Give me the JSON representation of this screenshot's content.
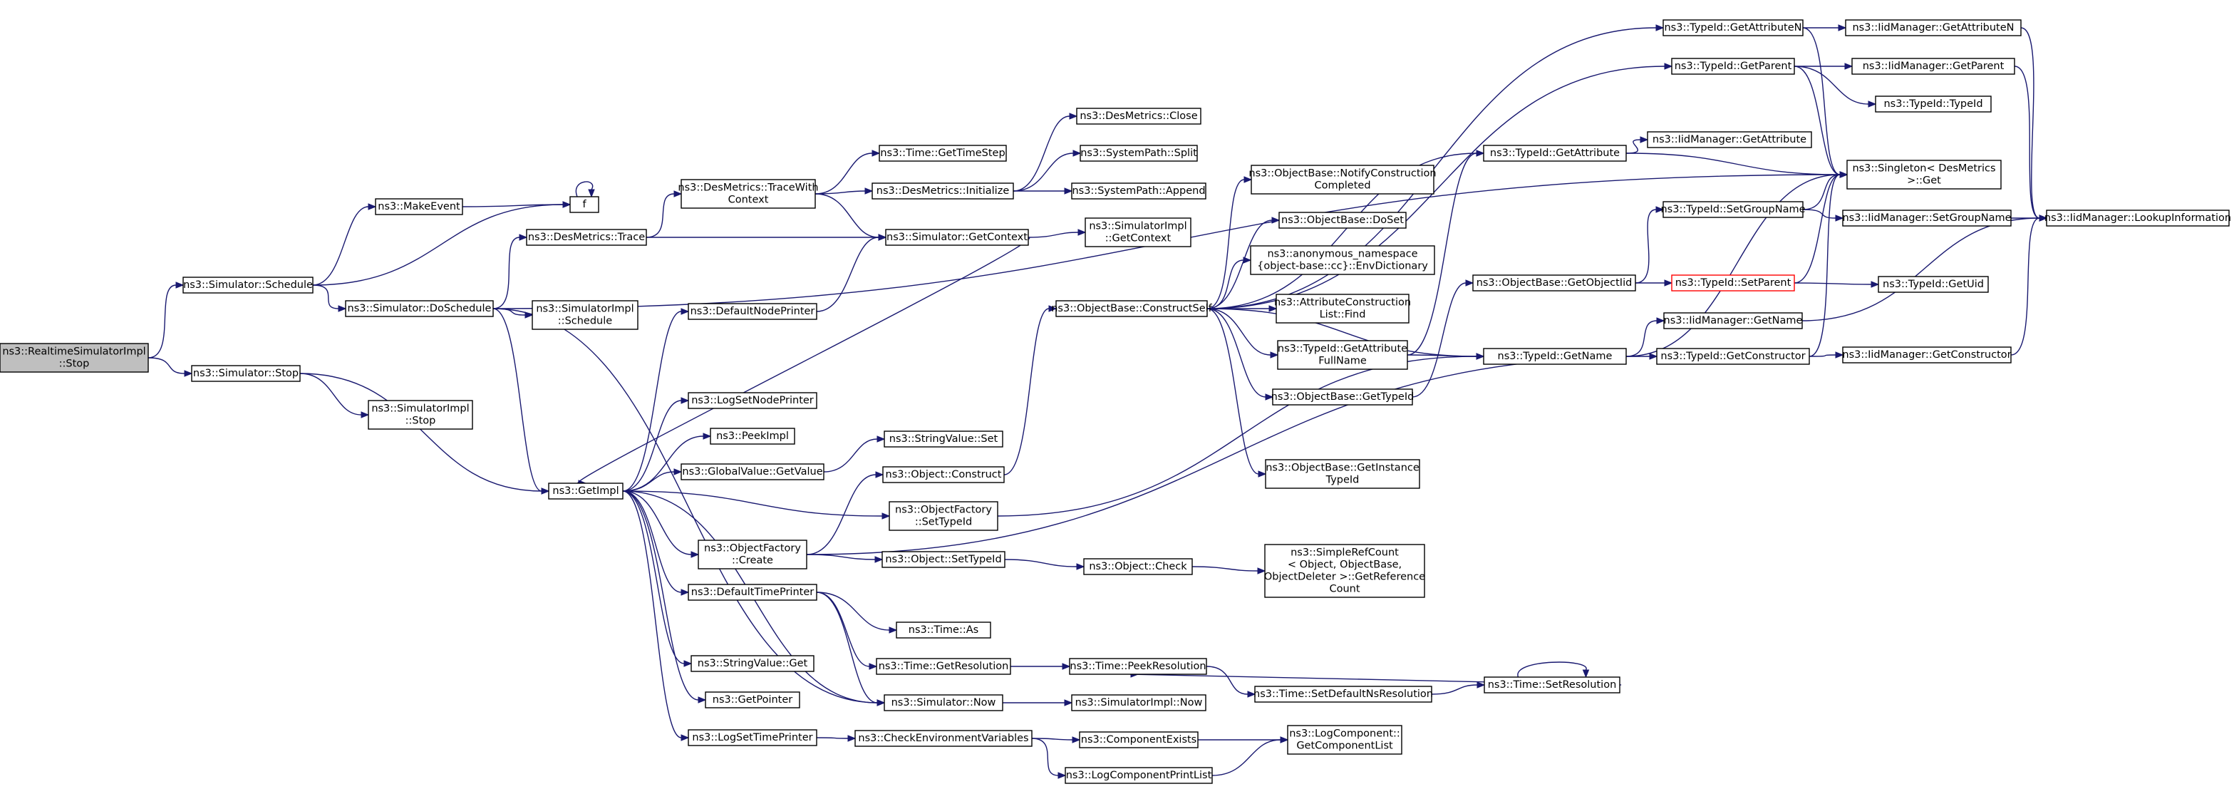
{
  "graph": {
    "nodes": [
      {
        "id": "root",
        "label": [
          "ns3::RealtimeSimulatorImpl",
          "::Stop"
        ],
        "style": "root"
      },
      {
        "id": "schedule",
        "label": [
          "ns3::Simulator::Schedule"
        ]
      },
      {
        "id": "sim_stop",
        "label": [
          "ns3::Simulator::Stop"
        ]
      },
      {
        "id": "makeevent",
        "label": [
          "ns3::MakeEvent"
        ]
      },
      {
        "id": "f",
        "label": [
          "f"
        ]
      },
      {
        "id": "doschedule",
        "label": [
          "ns3::Simulator::DoSchedule"
        ]
      },
      {
        "id": "simimpl_stop",
        "label": [
          "ns3::SimulatorImpl",
          "::Stop"
        ]
      },
      {
        "id": "desmetrics_trace",
        "label": [
          "ns3::DesMetrics::Trace"
        ]
      },
      {
        "id": "simimpl_schedule",
        "label": [
          "ns3::SimulatorImpl",
          "::Schedule"
        ]
      },
      {
        "id": "getimpl",
        "label": [
          "ns3::GetImpl"
        ]
      },
      {
        "id": "tracewithcontext",
        "label": [
          "ns3::DesMetrics::TraceWith",
          "Context"
        ]
      },
      {
        "id": "gettimestep",
        "label": [
          "ns3::Time::GetTimeStep"
        ]
      },
      {
        "id": "desmetrics_init",
        "label": [
          "ns3::DesMetrics::Initialize"
        ]
      },
      {
        "id": "desmetrics_close",
        "label": [
          "ns3::DesMetrics::Close"
        ]
      },
      {
        "id": "syspath_split",
        "label": [
          "ns3::SystemPath::Split"
        ]
      },
      {
        "id": "syspath_append",
        "label": [
          "ns3::SystemPath::Append"
        ]
      },
      {
        "id": "sim_getcontext",
        "label": [
          "ns3::Simulator::GetContext"
        ]
      },
      {
        "id": "simimpl_getcontext",
        "label": [
          "ns3::SimulatorImpl",
          "::GetContext"
        ]
      },
      {
        "id": "defaultnodeprinter",
        "label": [
          "ns3::DefaultNodePrinter"
        ]
      },
      {
        "id": "logsetnodeprinter",
        "label": [
          "ns3::LogSetNodePrinter"
        ]
      },
      {
        "id": "peekimpl",
        "label": [
          "ns3::PeekImpl"
        ]
      },
      {
        "id": "gv_getvalue",
        "label": [
          "ns3::GlobalValue::GetValue"
        ]
      },
      {
        "id": "stringvalue_set",
        "label": [
          "ns3::StringValue::Set"
        ]
      },
      {
        "id": "object_construct",
        "label": [
          "ns3::Object::Construct"
        ]
      },
      {
        "id": "of_settypeid",
        "label": [
          "ns3::ObjectFactory",
          "::SetTypeId"
        ]
      },
      {
        "id": "of_create",
        "label": [
          "ns3::ObjectFactory",
          "::Create"
        ]
      },
      {
        "id": "object_settypeid",
        "label": [
          "ns3::Object::SetTypeId"
        ]
      },
      {
        "id": "object_check",
        "label": [
          "ns3::Object::Check"
        ]
      },
      {
        "id": "getrefcount",
        "label": [
          "ns3::SimpleRefCount",
          "< Object, ObjectBase,",
          "ObjectDeleter >::GetReference",
          "Count"
        ]
      },
      {
        "id": "defaulttimeprinter",
        "label": [
          "ns3::DefaultTimePrinter"
        ]
      },
      {
        "id": "time_as",
        "label": [
          "ns3::Time::As"
        ]
      },
      {
        "id": "time_getresolution",
        "label": [
          "ns3::Time::GetResolution"
        ]
      },
      {
        "id": "time_peekresolution",
        "label": [
          "ns3::Time::PeekResolution"
        ]
      },
      {
        "id": "time_setdefaultns",
        "label": [
          "ns3::Time::SetDefaultNsResolution"
        ]
      },
      {
        "id": "time_setresolution",
        "label": [
          "ns3::Time::SetResolution"
        ]
      },
      {
        "id": "stringvalue_get",
        "label": [
          "ns3::StringValue::Get"
        ]
      },
      {
        "id": "getpointer",
        "label": [
          "ns3::GetPointer"
        ]
      },
      {
        "id": "sim_now",
        "label": [
          "ns3::Simulator::Now"
        ]
      },
      {
        "id": "simimpl_now",
        "label": [
          "ns3::SimulatorImpl::Now"
        ]
      },
      {
        "id": "logsettimeprinter",
        "label": [
          "ns3::LogSetTimePrinter"
        ]
      },
      {
        "id": "checkenv",
        "label": [
          "ns3::CheckEnvironmentVariables"
        ]
      },
      {
        "id": "componentexists",
        "label": [
          "ns3::ComponentExists"
        ]
      },
      {
        "id": "logcompprintlist",
        "label": [
          "ns3::LogComponentPrintList"
        ]
      },
      {
        "id": "getcomponentlist",
        "label": [
          "ns3::LogComponent::",
          "GetComponentList"
        ]
      },
      {
        "id": "constructself",
        "label": [
          "ns3::ObjectBase::ConstructSelf"
        ]
      },
      {
        "id": "notifyconstruction",
        "label": [
          "ns3::ObjectBase::NotifyConstruction",
          "Completed"
        ]
      },
      {
        "id": "doset",
        "label": [
          "ns3::ObjectBase::DoSet"
        ]
      },
      {
        "id": "envdictionary",
        "label": [
          "ns3::anonymous_namespace",
          "{object-base::cc}::EnvDictionary"
        ]
      },
      {
        "id": "attrlist_find",
        "label": [
          "ns3::AttributeConstruction",
          "List::Find"
        ]
      },
      {
        "id": "getattrfullname",
        "label": [
          "ns3::TypeId::GetAttribute",
          "FullName"
        ]
      },
      {
        "id": "ob_gettypeid",
        "label": [
          "ns3::ObjectBase::GetTypeId"
        ]
      },
      {
        "id": "getinstancetypeid",
        "label": [
          "ns3::ObjectBase::GetInstance",
          "TypeId"
        ]
      },
      {
        "id": "typeid_getattributen",
        "label": [
          "ns3::TypeId::GetAttributeN"
        ]
      },
      {
        "id": "typeid_getparent",
        "label": [
          "ns3::TypeId::GetParent"
        ]
      },
      {
        "id": "typeid_getattribute",
        "label": [
          "ns3::TypeId::GetAttribute"
        ]
      },
      {
        "id": "typeid_setgroupname",
        "label": [
          "ns3::TypeId::SetGroupName"
        ]
      },
      {
        "id": "getobjectiid",
        "label": [
          "ns3::ObjectBase::GetObjectIid"
        ]
      },
      {
        "id": "typeid_setparent",
        "label": [
          "ns3::TypeId::SetParent"
        ],
        "style": "red"
      },
      {
        "id": "typeid_getname",
        "label": [
          "ns3::TypeId::GetName"
        ]
      },
      {
        "id": "typeid_getconstructor",
        "label": [
          "ns3::TypeId::GetConstructor"
        ]
      },
      {
        "id": "iid_getattributen",
        "label": [
          "ns3::IidManager::GetAttributeN"
        ]
      },
      {
        "id": "iid_getparent",
        "label": [
          "ns3::IidManager::GetParent"
        ]
      },
      {
        "id": "typeid_typeid",
        "label": [
          "ns3::TypeId::TypeId"
        ]
      },
      {
        "id": "iid_getattribute",
        "label": [
          "ns3::IidManager::GetAttribute"
        ]
      },
      {
        "id": "singleton_get",
        "label": [
          "ns3::Singleton< DesMetrics",
          ">::Get"
        ]
      },
      {
        "id": "iid_setgroupname",
        "label": [
          "ns3::IidManager::SetGroupName"
        ]
      },
      {
        "id": "typeid_getuid",
        "label": [
          "ns3::TypeId::GetUid"
        ]
      },
      {
        "id": "iid_getname",
        "label": [
          "ns3::IidManager::GetName"
        ]
      },
      {
        "id": "iid_getconstructor",
        "label": [
          "ns3::IidManager::GetConstructor"
        ]
      },
      {
        "id": "iid_lookupinfo",
        "label": [
          "ns3::IidManager::LookupInformation"
        ]
      }
    ],
    "edges": [
      [
        "root",
        "schedule"
      ],
      [
        "root",
        "sim_stop"
      ],
      [
        "schedule",
        "makeevent"
      ],
      [
        "schedule",
        "f"
      ],
      [
        "schedule",
        "doschedule"
      ],
      [
        "makeevent",
        "f"
      ],
      [
        "f",
        "f"
      ],
      [
        "sim_stop",
        "simimpl_stop"
      ],
      [
        "sim_stop",
        "getimpl"
      ],
      [
        "doschedule",
        "desmetrics_trace"
      ],
      [
        "doschedule",
        "simimpl_schedule"
      ],
      [
        "doschedule",
        "getimpl"
      ],
      [
        "doschedule",
        "singleton_get"
      ],
      [
        "doschedule",
        "sim_now"
      ],
      [
        "desmetrics_trace",
        "tracewithcontext"
      ],
      [
        "desmetrics_trace",
        "sim_getcontext"
      ],
      [
        "tracewithcontext",
        "gettimestep"
      ],
      [
        "tracewithcontext",
        "desmetrics_init"
      ],
      [
        "tracewithcontext",
        "sim_getcontext"
      ],
      [
        "desmetrics_init",
        "desmetrics_close"
      ],
      [
        "desmetrics_init",
        "syspath_split"
      ],
      [
        "desmetrics_init",
        "syspath_append"
      ],
      [
        "sim_getcontext",
        "simimpl_getcontext"
      ],
      [
        "sim_getcontext",
        "getimpl"
      ],
      [
        "defaultnodeprinter",
        "sim_getcontext"
      ],
      [
        "getimpl",
        "defaultnodeprinter"
      ],
      [
        "getimpl",
        "logsetnodeprinter"
      ],
      [
        "getimpl",
        "peekimpl"
      ],
      [
        "getimpl",
        "gv_getvalue"
      ],
      [
        "getimpl",
        "of_settypeid"
      ],
      [
        "getimpl",
        "of_create"
      ],
      [
        "getimpl",
        "defaulttimeprinter"
      ],
      [
        "getimpl",
        "stringvalue_get"
      ],
      [
        "getimpl",
        "getpointer"
      ],
      [
        "getimpl",
        "logsettimeprinter"
      ],
      [
        "getimpl",
        "sim_now"
      ],
      [
        "gv_getvalue",
        "stringvalue_set"
      ],
      [
        "of_create",
        "object_construct"
      ],
      [
        "of_create",
        "object_settypeid"
      ],
      [
        "of_create",
        "typeid_getconstructor"
      ],
      [
        "object_construct",
        "constructself"
      ],
      [
        "of_settypeid",
        "typeid_getname"
      ],
      [
        "object_settypeid",
        "object_check"
      ],
      [
        "object_check",
        "getrefcount"
      ],
      [
        "defaulttimeprinter",
        "time_as"
      ],
      [
        "defaulttimeprinter",
        "time_getresolution"
      ],
      [
        "defaulttimeprinter",
        "sim_now"
      ],
      [
        "time_getresolution",
        "time_peekresolution"
      ],
      [
        "time_peekresolution",
        "time_setdefaultns"
      ],
      [
        "time_setdefaultns",
        "time_setresolution"
      ],
      [
        "time_setresolution",
        "time_peekresolution"
      ],
      [
        "time_setresolution",
        "time_setresolution"
      ],
      [
        "sim_now",
        "simimpl_now"
      ],
      [
        "logsettimeprinter",
        "checkenv"
      ],
      [
        "checkenv",
        "componentexists"
      ],
      [
        "checkenv",
        "logcompprintlist"
      ],
      [
        "componentexists",
        "getcomponentlist"
      ],
      [
        "logcompprintlist",
        "getcomponentlist"
      ],
      [
        "constructself",
        "typeid_getattributen"
      ],
      [
        "constructself",
        "typeid_getparent"
      ],
      [
        "constructself",
        "typeid_getattribute"
      ],
      [
        "constructself",
        "notifyconstruction"
      ],
      [
        "constructself",
        "doset"
      ],
      [
        "constructself",
        "envdictionary"
      ],
      [
        "constructself",
        "attrlist_find"
      ],
      [
        "constructself",
        "getattrfullname"
      ],
      [
        "constructself",
        "ob_gettypeid"
      ],
      [
        "constructself",
        "getinstancetypeid"
      ],
      [
        "constructself",
        "typeid_getname"
      ],
      [
        "getattrfullname",
        "typeid_getattribute"
      ],
      [
        "getattrfullname",
        "typeid_getname"
      ],
      [
        "ob_gettypeid",
        "getobjectiid"
      ],
      [
        "getobjectiid",
        "typeid_setgroupname"
      ],
      [
        "getobjectiid",
        "typeid_setparent"
      ],
      [
        "typeid_getattributen",
        "iid_getattributen"
      ],
      [
        "typeid_getattributen",
        "singleton_get"
      ],
      [
        "typeid_getparent",
        "iid_getparent"
      ],
      [
        "typeid_getparent",
        "typeid_typeid"
      ],
      [
        "typeid_getparent",
        "singleton_get"
      ],
      [
        "typeid_getattribute",
        "iid_getattribute"
      ],
      [
        "typeid_getattribute",
        "singleton_get"
      ],
      [
        "typeid_setgroupname",
        "singleton_get"
      ],
      [
        "typeid_setgroupname",
        "iid_setgroupname"
      ],
      [
        "typeid_setparent",
        "singleton_get"
      ],
      [
        "typeid_setparent",
        "typeid_getuid"
      ],
      [
        "typeid_getname",
        "singleton_get"
      ],
      [
        "typeid_getname",
        "iid_getname"
      ],
      [
        "typeid_getconstructor",
        "singleton_get"
      ],
      [
        "typeid_getconstructor",
        "iid_getconstructor"
      ],
      [
        "iid_getattributen",
        "iid_lookupinfo"
      ],
      [
        "iid_getparent",
        "iid_lookupinfo"
      ],
      [
        "iid_setgroupname",
        "iid_lookupinfo"
      ],
      [
        "iid_getname",
        "iid_lookupinfo"
      ],
      [
        "iid_getconstructor",
        "iid_lookupinfo"
      ]
    ]
  }
}
